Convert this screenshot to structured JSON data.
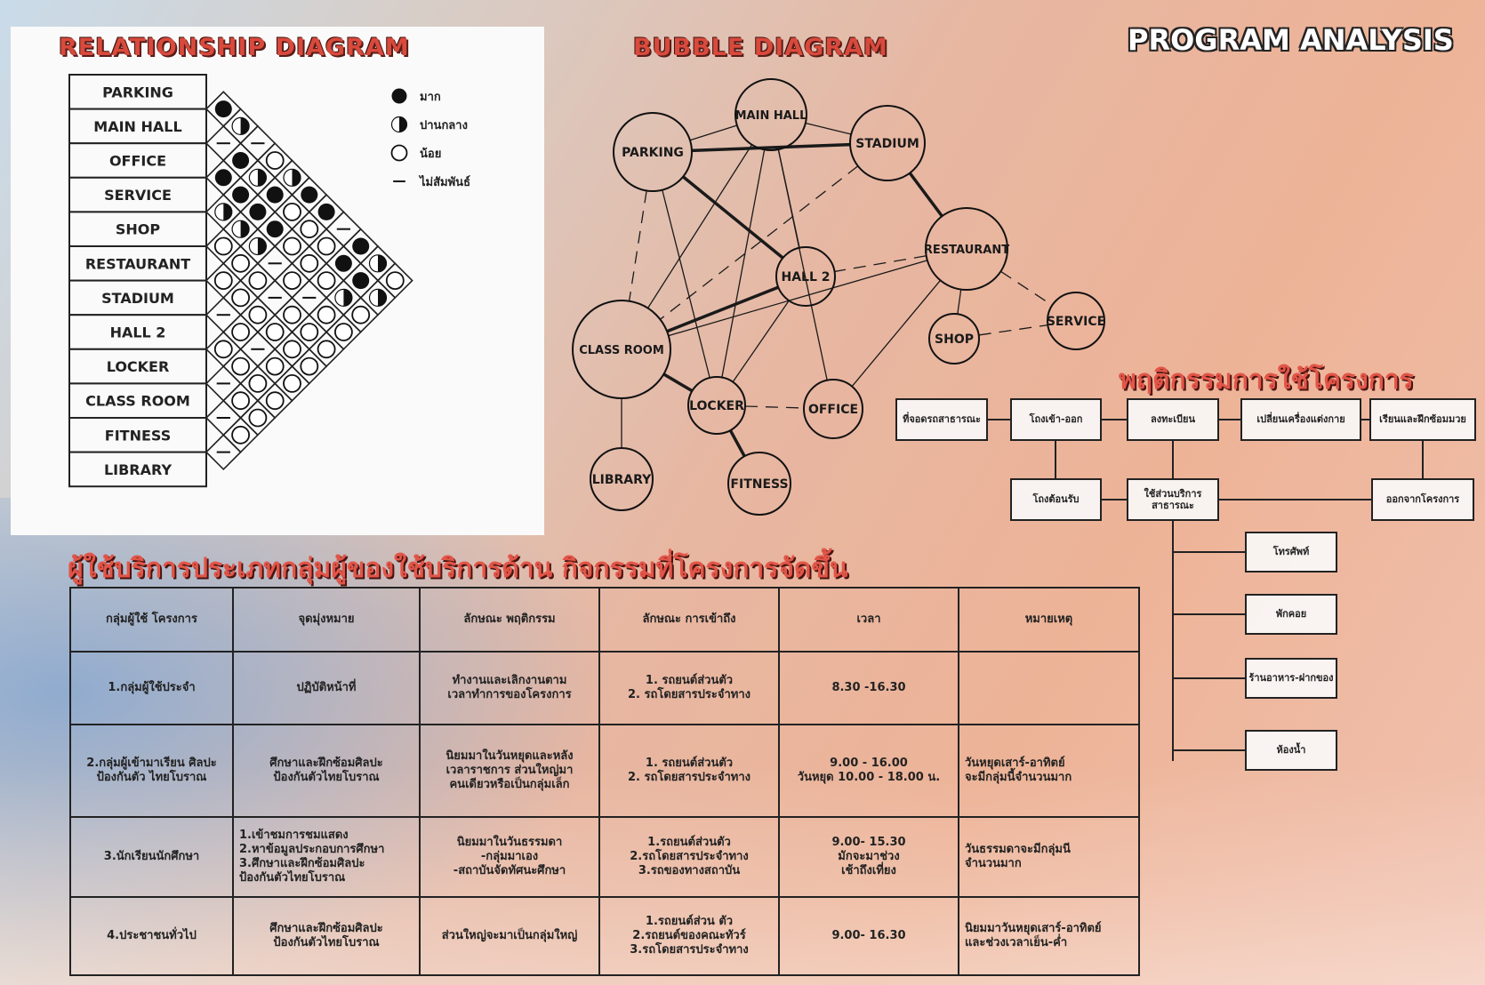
{
  "titles": {
    "relationship": "RELATIONSHIP DIAGRAM",
    "bubble": "BUBBLE DIAGRAM",
    "program": "PROGRAM ANALYSIS",
    "behavior": "พฤติกรรมการใช้โครงการ",
    "users": "ผู้ใช้บริการประเภทกลุ่มผู้ของใช้บริการด้าน  กิจกรรมที่โครงการจัดขึ้น"
  },
  "relationship": {
    "spaces": [
      "PARKING",
      "MAIN HALL",
      "OFFICE",
      "SERVICE",
      "SHOP",
      "RESTAURANT",
      "STADIUM",
      "HALL 2",
      "LOCKER",
      "CLASS ROOM",
      "FITNESS",
      "LIBRARY"
    ],
    "legend": [
      {
        "symbol": "full",
        "label": "มาก"
      },
      {
        "symbol": "half",
        "label": "ปานกลาง"
      },
      {
        "symbol": "empty",
        "label": "น้อย"
      },
      {
        "symbol": "dash",
        "label": "ไม่สัมพันธ์"
      }
    ],
    "matrix_rows": [
      [
        "full"
      ],
      [
        "half",
        "dash"
      ],
      [
        "dash",
        "full",
        "full"
      ],
      [
        "empty",
        "half",
        "full",
        "half"
      ],
      [
        "half",
        "full",
        "full",
        "half",
        "empty"
      ],
      [
        "full",
        "empty",
        "full",
        "half",
        "empty",
        "empty"
      ],
      [
        "full",
        "empty",
        "empty",
        "dash",
        "empty",
        "empty",
        "dash"
      ],
      [
        "dash",
        "empty",
        "empty",
        "empty",
        "dash",
        "empty",
        "empty",
        "empty"
      ],
      [
        "full",
        "full",
        "empty",
        "dash",
        "empty",
        "empty",
        "dash",
        "empty",
        "dash"
      ],
      [
        "half",
        "full",
        "half",
        "empty",
        "empty",
        "empty",
        "empty",
        "empty",
        "empty",
        "dash"
      ],
      [
        "empty",
        "half",
        "empty",
        "empty",
        "empty",
        "empty",
        "empty",
        "empty",
        "empty",
        "empty",
        "dash"
      ]
    ]
  },
  "bubble": {
    "nodes": [
      {
        "id": "main_hall",
        "label": "MAIN HALL"
      },
      {
        "id": "parking",
        "label": "PARKING"
      },
      {
        "id": "stadium",
        "label": "STADIUM"
      },
      {
        "id": "restaurant",
        "label": "RESTAURANT"
      },
      {
        "id": "hall2",
        "label": "HALL 2"
      },
      {
        "id": "service",
        "label": "SERVICE"
      },
      {
        "id": "shop",
        "label": "SHOP"
      },
      {
        "id": "class_room",
        "label": "CLASS ROOM"
      },
      {
        "id": "locker",
        "label": "LOCKER"
      },
      {
        "id": "office",
        "label": "OFFICE"
      },
      {
        "id": "library",
        "label": "LIBRARY"
      },
      {
        "id": "fitness",
        "label": "FITNESS"
      }
    ],
    "links": [
      {
        "from": "parking",
        "to": "main_hall",
        "style": "thin"
      },
      {
        "from": "main_hall",
        "to": "stadium",
        "style": "thin"
      },
      {
        "from": "parking",
        "to": "stadium",
        "style": "thick"
      },
      {
        "from": "stadium",
        "to": "restaurant",
        "style": "thick"
      },
      {
        "from": "parking",
        "to": "hall2",
        "style": "thick"
      },
      {
        "from": "parking",
        "to": "class_room",
        "style": "dashed"
      },
      {
        "from": "stadium",
        "to": "class_room",
        "style": "dashed"
      },
      {
        "from": "parking",
        "to": "locker",
        "style": "thin"
      },
      {
        "from": "main_hall",
        "to": "class_room",
        "style": "thin"
      },
      {
        "from": "main_hall",
        "to": "locker",
        "style": "thin"
      },
      {
        "from": "main_hall",
        "to": "hall2",
        "style": "thin"
      },
      {
        "from": "main_hall",
        "to": "office",
        "style": "thin"
      },
      {
        "from": "restaurant",
        "to": "hall2",
        "style": "dashed"
      },
      {
        "from": "restaurant",
        "to": "class_room",
        "style": "thin"
      },
      {
        "from": "restaurant",
        "to": "office",
        "style": "thin"
      },
      {
        "from": "restaurant",
        "to": "shop",
        "style": "thin"
      },
      {
        "from": "restaurant",
        "to": "service",
        "style": "dashed"
      },
      {
        "from": "shop",
        "to": "service",
        "style": "dashed"
      },
      {
        "from": "hall2",
        "to": "class_room",
        "style": "thick"
      },
      {
        "from": "hall2",
        "to": "locker",
        "style": "thin"
      },
      {
        "from": "class_room",
        "to": "locker",
        "style": "thick"
      },
      {
        "from": "class_room",
        "to": "library",
        "style": "thin"
      },
      {
        "from": "locker",
        "to": "office",
        "style": "dashed"
      },
      {
        "from": "locker",
        "to": "fitness",
        "style": "thick"
      }
    ]
  },
  "behavior": {
    "top_row": [
      "ที่จอดรถสาธารณะ",
      "โถงเข้า-ออก",
      "ลงทะเบียน",
      "เปลี่ยนเครื่องแต่งกาย",
      "เรียนและฝึกซ้อมมวย"
    ],
    "middle_row": [
      "โถงต้อนรับ",
      "ใช้ส่วนบริการ สาธารณะ",
      "ออกจากโครงการ"
    ],
    "services": [
      "โทรศัพท์",
      "พักคอย",
      "ร้านอาหาร-ฝากของ",
      "ห้องน้ำ"
    ]
  },
  "users_table": {
    "headers": [
      "กลุ่มผู้ใช้ โครงการ",
      "จุดมุ่งหมาย",
      "ลักษณะ พฤติกรรม",
      "ลักษณะ การเข้าถึง",
      "เวลา",
      "หมายเหตุ"
    ],
    "rows": [
      {
        "group": "1.กลุ่มผู้ใช้ประจำ",
        "purpose": [
          "ปฏิบัติหน้าที่"
        ],
        "behavior": [
          "ทำงานและเลิกงานตาม",
          "เวลาทำการของโครงการ"
        ],
        "access": [
          "1. รถยนต์ส่วนตัว",
          "2. รถโดยสารประจำทาง"
        ],
        "time": [
          "8.30 -16.30"
        ],
        "note": []
      },
      {
        "group": "2.กลุ่มผู้เข้ามาเรียน ศิลปะป้องกันตัว ไทยโบราณ",
        "purpose": [
          "ศึกษาและฝึกซ้อมศิลปะ",
          "ป้องกันตัวไทยโบราณ"
        ],
        "behavior": [
          "นิยมมาในวันหยุดและหลัง",
          "เวลาราชการ ส่วนใหญ่มา",
          "คนเดียวหรือเป็นกลุ่มเล็ก"
        ],
        "access": [
          "1. รถยนต์ส่วนตัว",
          "2. รถโดยสารประจำทาง"
        ],
        "time": [
          "9.00 - 16.00",
          "วันหยุด 10.00 - 18.00 น."
        ],
        "note": [
          "วันหยุดเสาร์-อาทิตย์",
          "จะมีกลุ่มนี้จำนวนมาก"
        ]
      },
      {
        "group": "3.นักเรียนนักศึกษา",
        "purpose": [
          "1.เข้าชมการชมแสดง",
          "2.หาข้อมูลประกอบการศึกษา",
          "3.ศึกษาและฝึกซ้อมศิลปะ",
          "ป้องกันตัวไทยโบราณ"
        ],
        "behavior": [
          "นิยมมาในวันธรรมดา",
          "-กลุ่มมาเอง",
          "-สถาบันจัดทัศนะศึกษา"
        ],
        "access": [
          "1.รถยนต์ส่วนตัว",
          "2.รถโดยสารประจำทาง",
          "3.รถของทางสถาบัน"
        ],
        "time": [
          "9.00-  15.30",
          "มักจะมาช่วง",
          "เช้าถึงเที่ยง"
        ],
        "note": [
          "วันธรรมดาจะมีกลุ่มนี",
          "จำนวนมาก"
        ]
      },
      {
        "group": "4.ประชาชนทั่วไป",
        "purpose": [
          "ศึกษาและฝึกซ้อมศิลปะ",
          "ป้องกันตัวไทยโบราณ"
        ],
        "behavior": [
          "ส่วนใหญ่จะมาเป็นกลุ่มใหญ่"
        ],
        "access": [
          "1.รถยนต์ส่วน ตัว",
          "2.รถยนต์ของคณะทัวร์",
          "3.รถโดยสารประจำทาง"
        ],
        "time": [
          "9.00- 16.30"
        ],
        "note": [
          "นิยมมาวันหยุดเสาร์-อาทิตย์",
          "และช่วงเวลาเย็น-ค่ำ"
        ]
      }
    ]
  }
}
